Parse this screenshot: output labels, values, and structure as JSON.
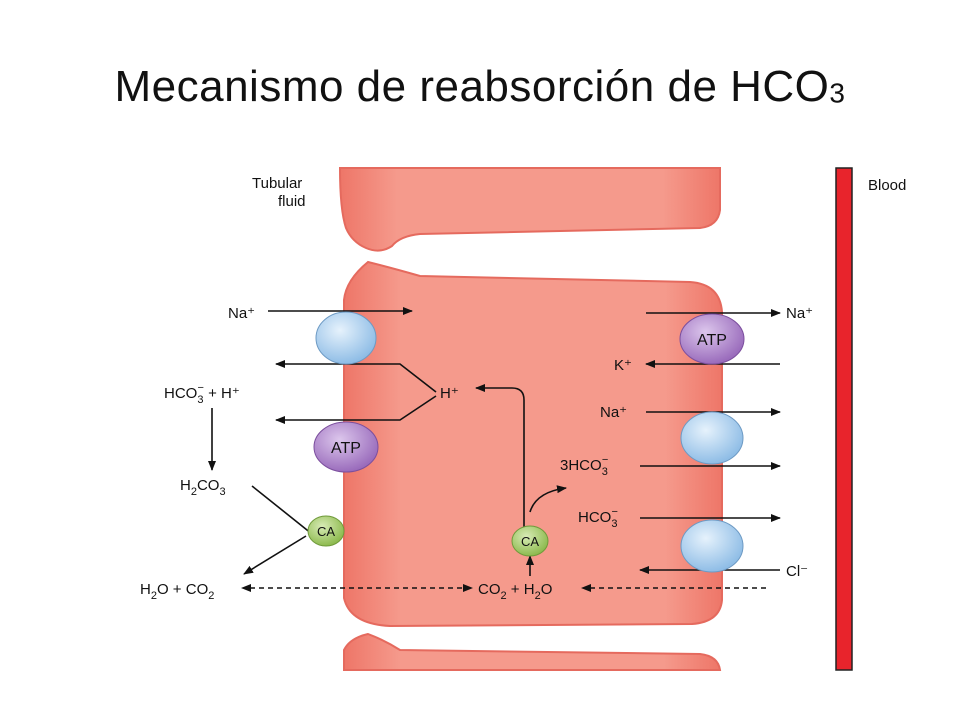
{
  "slide": {
    "title_main": "Mecanismo de reabsorción de HCO",
    "title_sub": "3"
  },
  "labels": {
    "tubular_fluid_1": "Tubular",
    "tubular_fluid_2": "fluid",
    "blood": "Blood",
    "left_na": "Na⁺",
    "hco3_h_base": "HCO",
    "hco3_h_sub": "3",
    "hco3_h_sup": "−",
    "hco3_h_tail": " + H⁺",
    "h2co3_a": "H",
    "h2co3_sub1": "2",
    "h2co3_b": "CO",
    "h2co3_sub2": "3",
    "h2o_a": "H",
    "h2o_sub": "2",
    "h2o_b": "O + CO",
    "co2_sub": "2",
    "cell_h": "H⁺",
    "co2h2o_a": "CO",
    "co2h2o_sub": "2",
    "co2h2o_b": " + H",
    "co2h2o_sub2": "2",
    "co2h2o_c": "O",
    "right_na_out": "Na⁺",
    "right_k": "K⁺",
    "right_na2": "Na⁺",
    "right_3hco3_base": "3HCO",
    "right_3hco3_sub": "3",
    "right_3hco3_sup": "−",
    "right_hco3_base": "HCO",
    "right_hco3_sub": "3",
    "right_hco3_sup": "−",
    "right_cl": "Cl⁻",
    "atp_left": "ATP",
    "atp_right": "ATP",
    "ca_left": "CA",
    "ca_center": "CA"
  },
  "colors": {
    "cell_fill": "#f2877a",
    "cell_border": "#e56a5e",
    "transporter": "#a9cdee",
    "atp": "#b48ad0",
    "ca": "#a9cf70",
    "blood_vessel": "#e8242c"
  }
}
